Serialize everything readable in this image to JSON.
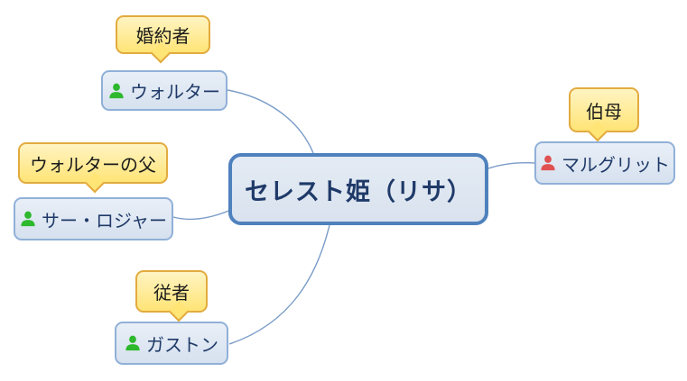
{
  "diagram": {
    "center_node": {
      "label": "セレスト姫（リサ）"
    },
    "nodes": [
      {
        "label": "ウォルター",
        "relation": "婚約者",
        "icon": "person-icon",
        "icon_color": "#2eb82e"
      },
      {
        "label": "サー・ロジャー",
        "relation": "ウォルターの父",
        "icon": "person-icon",
        "icon_color": "#2eb82e"
      },
      {
        "label": "マルグリット",
        "relation": "伯母",
        "icon": "person-icon",
        "icon_color": "#e05252"
      },
      {
        "label": "ガストン",
        "relation": "従者",
        "icon": "person-icon",
        "icon_color": "#2eb82e"
      }
    ],
    "colors": {
      "node_border": "#90b0d8",
      "node_fill": "#dce6f2",
      "center_border": "#4f81bd",
      "node_text": "#1f3a68",
      "callout_border": "#e2ab3f",
      "callout_fill": "#ffe476",
      "callout_text": "#1b1b1b",
      "connector": "#7a9cc8",
      "person_green": "#2eb82e",
      "person_red": "#e05252"
    }
  }
}
